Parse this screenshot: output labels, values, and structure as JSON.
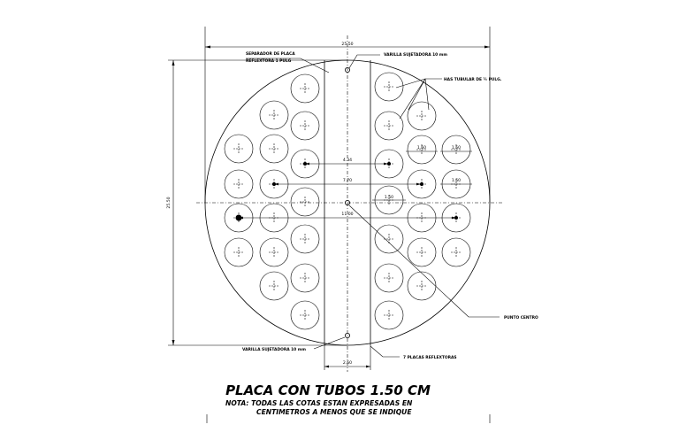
{
  "title": "PLACA CON TUBOS 1.50 CM",
  "note_line1": "NOTA: TODAS LAS COTAS ESTAN EXPRESADAS EN",
  "note_line2": "CENTIMETROS A MENOS QUE SE INDIQUE",
  "labels": {
    "separador_line1": "SEPARADOR DE PLACA",
    "separador_line2": "REFLEXTORA 1 PULG",
    "varilla_top": "VARILLA SUJETADORA 10 mm",
    "tubular": "HAS TUBULAR DE ¼ PULG.",
    "punto_centro": "PUNTO CENTRO",
    "varilla_bottom": "VARILLA SUJETADORA 10 mm",
    "placas": "7 PLACAS REFLEXTORAS"
  },
  "dimensions": {
    "top_width": "25.50",
    "left_height": "25.50",
    "d1": "4.34",
    "d2": "7.70",
    "d3": "11.00",
    "r1": "1.50",
    "r2": "1.50",
    "r3": "1.50",
    "r4": "1.50",
    "bottom_width": "2.50"
  }
}
